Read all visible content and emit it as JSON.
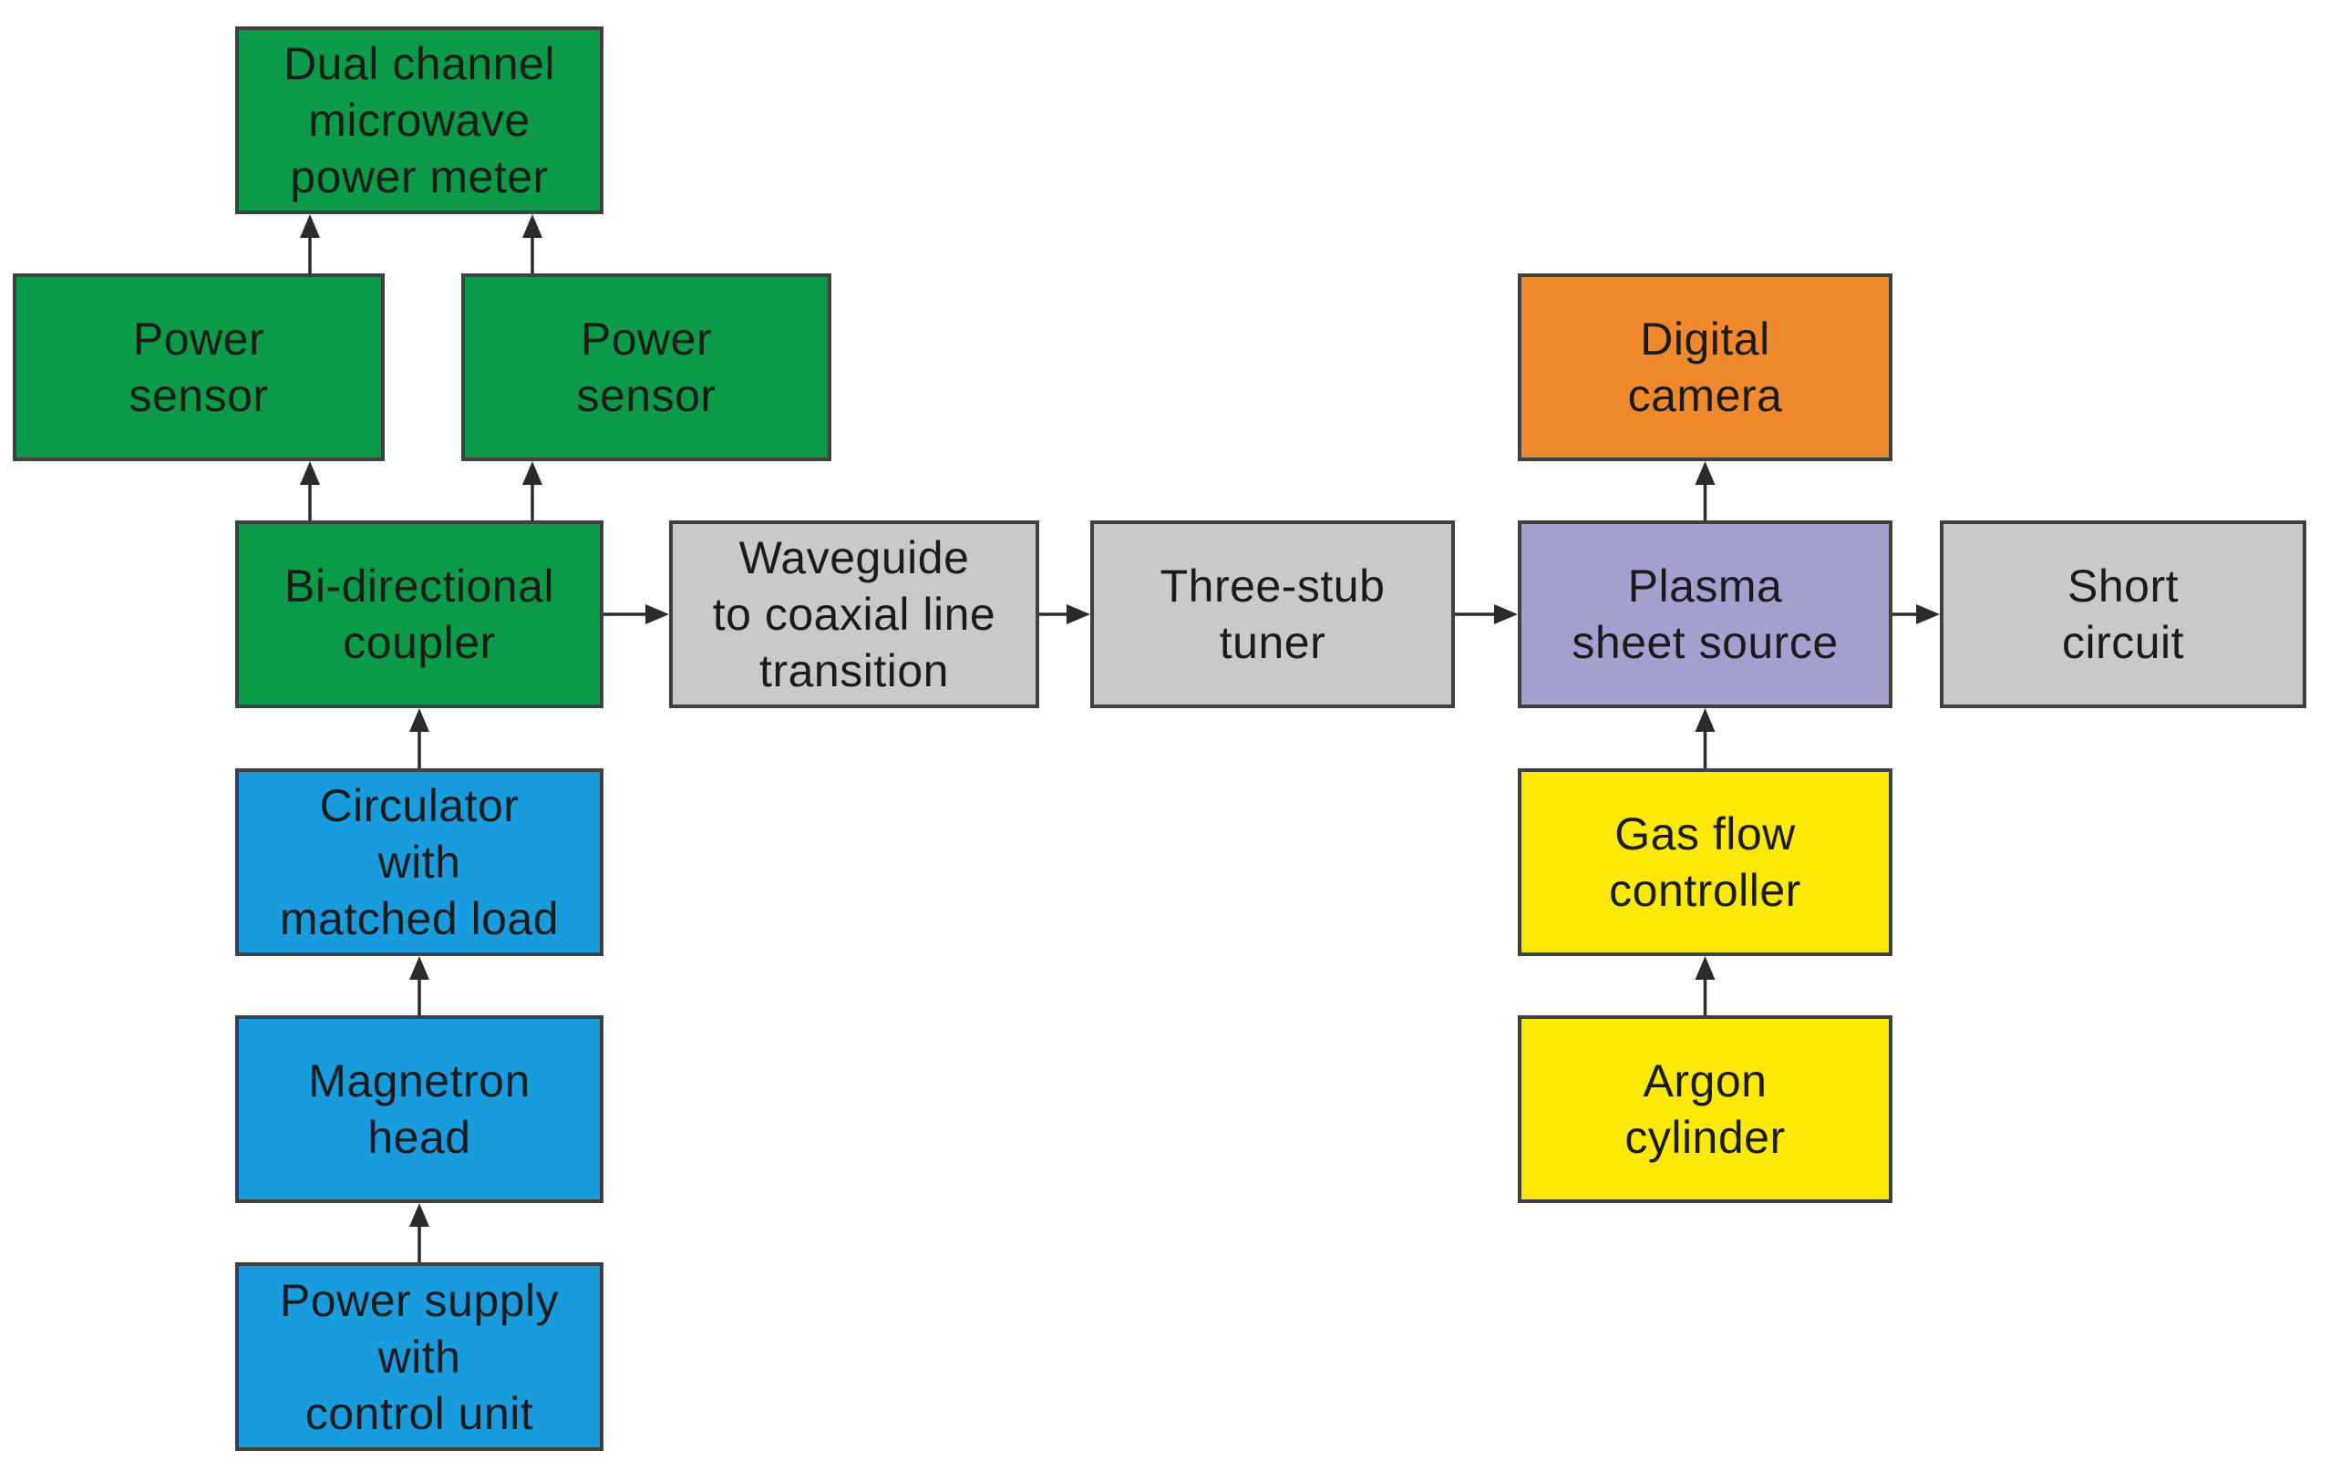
{
  "diagram": {
    "type": "block-diagram",
    "colors": {
      "green": "#0b9a47",
      "blue": "#189cde",
      "gray": "#c9c9c9",
      "purple": "#a3a0d0",
      "orange": "#f0892b",
      "yellow": "#fde906",
      "border": "#404040",
      "text": "#1b1b1b",
      "arrow": "#2b2b2b",
      "canvas": "#ffffff"
    },
    "nodes": {
      "power_meter": {
        "label": "Dual channel\nmicrowave\npower meter",
        "color": "green"
      },
      "power_sensor_left": {
        "label": "Power\nsensor",
        "color": "green"
      },
      "power_sensor_right": {
        "label": "Power\nsensor",
        "color": "green"
      },
      "bidirectional_coupler": {
        "label": "Bi-directional\ncoupler",
        "color": "green"
      },
      "circulator": {
        "label": "Circulator\nwith\nmatched load",
        "color": "blue"
      },
      "magnetron_head": {
        "label": "Magnetron\nhead",
        "color": "blue"
      },
      "power_supply": {
        "label": "Power supply\nwith\ncontrol unit",
        "color": "blue"
      },
      "waveguide_transition": {
        "label": "Waveguide\nto coaxial line\ntransition",
        "color": "gray"
      },
      "three_stub_tuner": {
        "label": "Three-stub\ntuner",
        "color": "gray"
      },
      "plasma_sheet_source": {
        "label": "Plasma\nsheet source",
        "color": "purple"
      },
      "short_circuit": {
        "label": "Short\ncircuit",
        "color": "gray"
      },
      "digital_camera": {
        "label": "Digital\ncamera",
        "color": "orange"
      },
      "gas_flow_controller": {
        "label": "Gas flow\ncontroller",
        "color": "yellow"
      },
      "argon_cylinder": {
        "label": "Argon\ncylinder",
        "color": "yellow"
      }
    },
    "edges": [
      {
        "from": "power_supply",
        "to": "magnetron_head"
      },
      {
        "from": "magnetron_head",
        "to": "circulator"
      },
      {
        "from": "circulator",
        "to": "bidirectional_coupler"
      },
      {
        "from": "bidirectional_coupler",
        "to": "power_sensor_left"
      },
      {
        "from": "bidirectional_coupler",
        "to": "power_sensor_right"
      },
      {
        "from": "power_sensor_left",
        "to": "power_meter"
      },
      {
        "from": "power_sensor_right",
        "to": "power_meter"
      },
      {
        "from": "bidirectional_coupler",
        "to": "waveguide_transition"
      },
      {
        "from": "waveguide_transition",
        "to": "three_stub_tuner"
      },
      {
        "from": "three_stub_tuner",
        "to": "plasma_sheet_source"
      },
      {
        "from": "plasma_sheet_source",
        "to": "short_circuit"
      },
      {
        "from": "plasma_sheet_source",
        "to": "digital_camera"
      },
      {
        "from": "gas_flow_controller",
        "to": "plasma_sheet_source"
      },
      {
        "from": "argon_cylinder",
        "to": "gas_flow_controller"
      }
    ]
  }
}
